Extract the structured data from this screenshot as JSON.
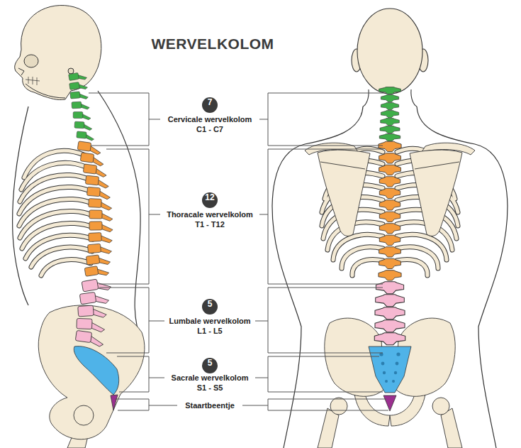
{
  "diagram": {
    "title": "WERVELKOLOM",
    "nodes": [
      {
        "text": [
          "7"
        ]
      },
      {
        "text": [
          "12"
        ]
      },
      {
        "text": [
          "5"
        ]
      },
      {
        "text": [
          "5"
        ]
      }
    ],
    "labels": [
      "Cervicale wervelkolom",
      "C1 - C7",
      "Thoracale wervelkolom",
      "T1 - T12",
      "Lumbale wervelkolom",
      "L1 - L5",
      "Sacrale wervelkolom",
      "S1 - S5",
      "Staartbeentje"
    ]
  }
}
